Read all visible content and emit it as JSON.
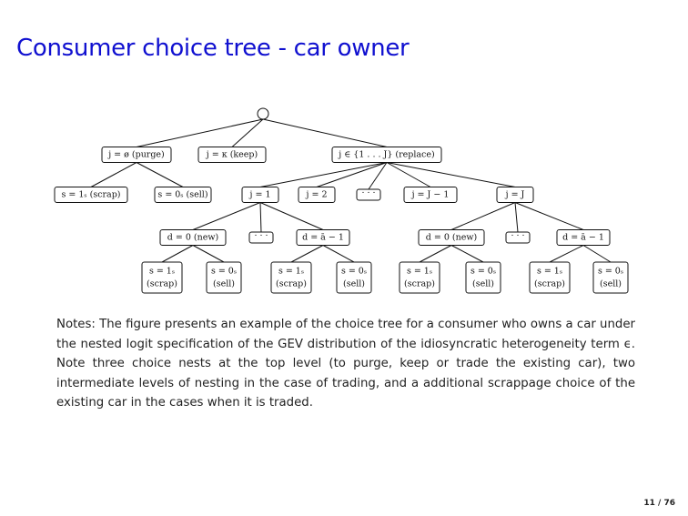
{
  "title": "Consumer choice tree - car owner",
  "tree": {
    "purge": "j = ø (purge)",
    "keep": "j = κ (keep)",
    "replace": "j ∈ {1 . . . J} (replace)",
    "purge_scrap": "s = 1ₛ (scrap)",
    "purge_sell": "s = 0ₛ (sell)",
    "j1": "j = 1",
    "j2": "j = 2",
    "jdots": "· · ·",
    "jJm1": "j = J − 1",
    "jJ": "j = J",
    "d0_a": "d = 0 (new)",
    "ddots_a": "· · ·",
    "dabar_a": "d = ā − 1",
    "d0_b": "d = 0 (new)",
    "ddots_b": "· · ·",
    "dabar_b": "d = ā − 1",
    "leaf_scrap_top": "s = 1ₛ",
    "leaf_scrap_bottom": "(scrap)",
    "leaf_sell_top": "s = 0ₛ",
    "leaf_sell_bottom": "(sell)"
  },
  "notes": "Notes: The figure presents an example of the choice tree for a consumer who owns a car under the nested logit specification of the GEV distribution of the idiosyncratic heterogeneity term ϵ. Note three choice nests at the top level (to purge, keep or trade the existing car), two intermediate levels of nesting in the case of trading, and a additional scrappage choice of the existing car in the cases when it is traded.",
  "page_number": "11 / 76"
}
